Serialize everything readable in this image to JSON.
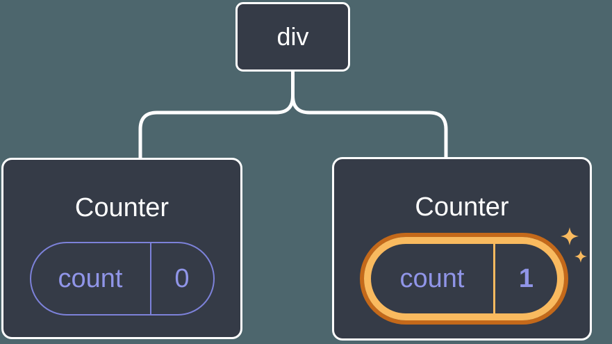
{
  "colors": {
    "page-bg": "#4d666d",
    "node-bg": "#353b47",
    "node-border": "#ffffff",
    "connector": "#ffffff",
    "purple-border": "#7d82da",
    "purple-text": "#9095e8",
    "orange-light": "#f9ba5f",
    "orange-dark": "#c4691a"
  },
  "tree": {
    "root": {
      "label": "div"
    },
    "children": [
      {
        "title": "Counter",
        "state_label": "count",
        "state_value": "0",
        "highlighted": false
      },
      {
        "title": "Counter",
        "state_label": "count",
        "state_value": "1",
        "highlighted": true,
        "badge_icon": "sparkles-icon"
      }
    ]
  }
}
